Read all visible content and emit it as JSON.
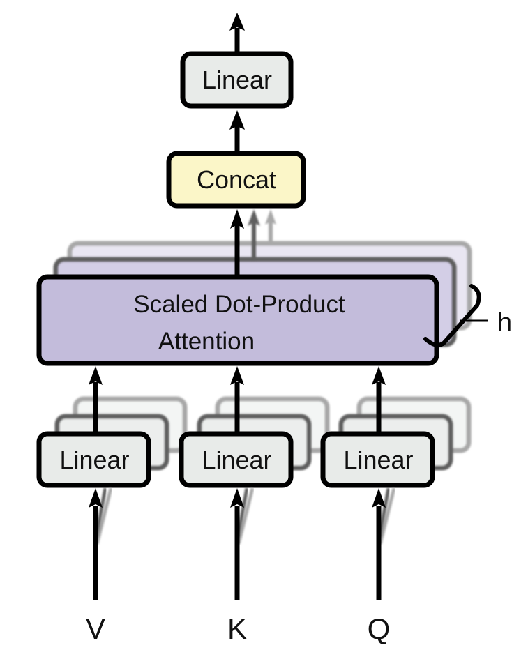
{
  "title": "Multi-Head Attention",
  "colors": {
    "linear_fill": "#e8ebe9",
    "concat_fill": "#fbf6c8",
    "attention_fill": "#c3bcdb",
    "stroke": "#000000",
    "stroke_mid": "#5a5a5a",
    "stroke_light": "#a8a8a8"
  },
  "nodes": {
    "output_linear": {
      "label": "Linear"
    },
    "concat": {
      "label": "Concat"
    },
    "attention": {
      "line1": "Scaled Dot-Product",
      "line2": "Attention"
    },
    "linear_v": {
      "label": "Linear"
    },
    "linear_k": {
      "label": "Linear"
    },
    "linear_q": {
      "label": "Linear"
    }
  },
  "heads_label": "h",
  "inputs": {
    "v": "V",
    "k": "K",
    "q": "Q"
  }
}
